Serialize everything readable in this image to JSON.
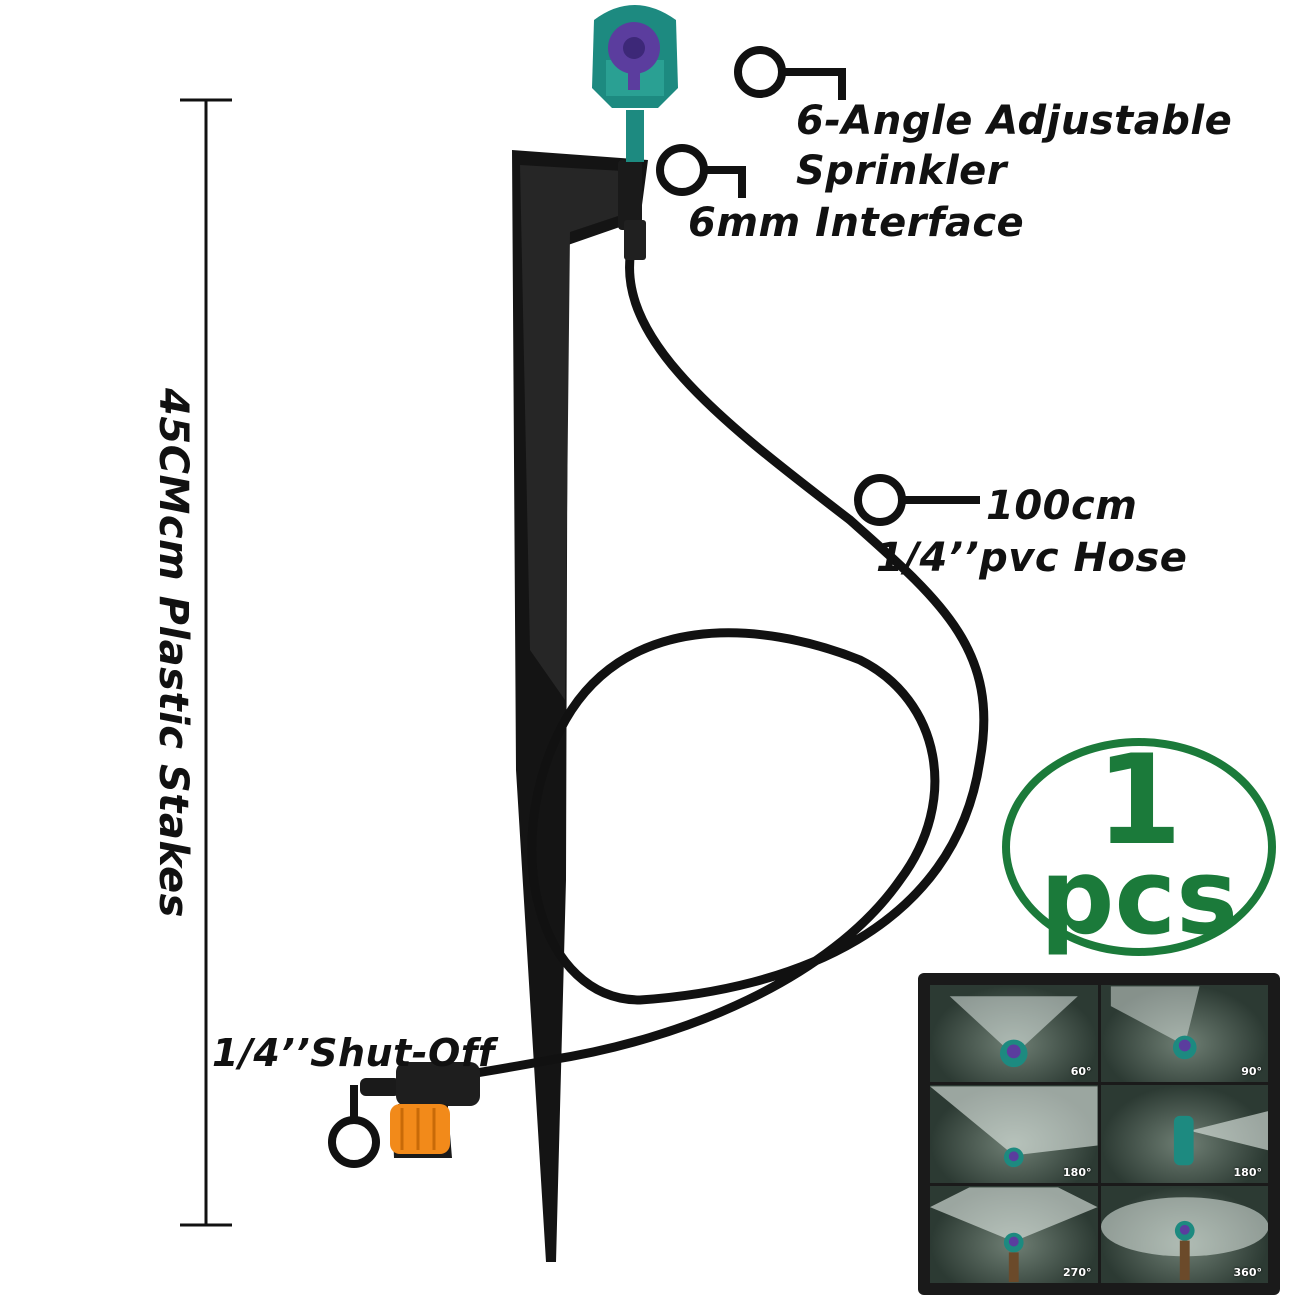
{
  "labels": {
    "sprinkler": "6-Angle Adjustable\nSprinkler",
    "interface": "6mm Interface",
    "hose_line1": "100cm",
    "hose_line2": "1/4’’pvc Hose",
    "shutoff": "1/4’’Shut-Off",
    "stakes": "45CMcm Plastic Stakes"
  },
  "badge": {
    "number": "1",
    "unit": "pcs",
    "color": "#1b7a3a"
  },
  "gallery": {
    "tiles": [
      {
        "angle": "60°"
      },
      {
        "angle": "90°"
      },
      {
        "angle": "180°"
      },
      {
        "angle": "180°"
      },
      {
        "angle": "270°"
      },
      {
        "angle": "360°"
      }
    ]
  },
  "colors": {
    "stake": "#141414",
    "nozzle_teal": "#1d8a80",
    "nozzle_purple": "#5b3d9e",
    "valve_orange": "#f28a1a"
  }
}
